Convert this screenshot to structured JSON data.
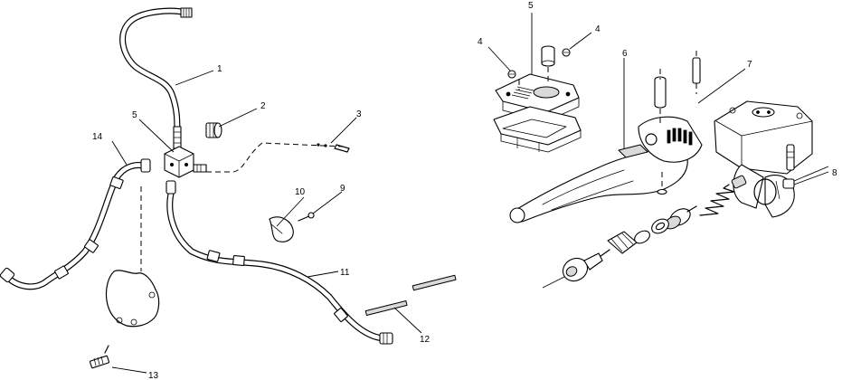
{
  "callouts": {
    "c1": "1",
    "c2": "2",
    "c3": "3",
    "c4a": "4",
    "c4b": "4",
    "c5_left": "5",
    "c5_right": "5",
    "c6": "6",
    "c7": "7",
    "c8": "8",
    "c9": "9",
    "c10": "10",
    "c11": "11",
    "c12": "12",
    "c13": "13",
    "c14": "14"
  }
}
